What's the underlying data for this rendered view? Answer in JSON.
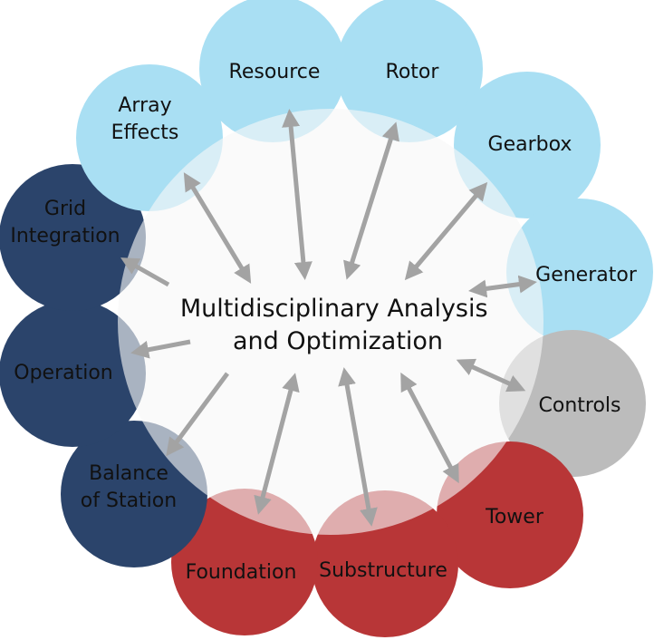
{
  "center": {
    "lines": [
      "Multidisciplinary Analysis",
      "and Optimization"
    ]
  },
  "palette": {
    "light_blue": "#a9dff3",
    "gray": "#bcbcbc",
    "red": "#b83637",
    "navy": "#2b446b",
    "arrow": "#a3a3a3",
    "center_fill": "#f7f7f7"
  },
  "nodes": [
    {
      "id": "resource",
      "lines": [
        "Resource"
      ],
      "color": "light_blue"
    },
    {
      "id": "rotor",
      "lines": [
        "Rotor"
      ],
      "color": "light_blue"
    },
    {
      "id": "gearbox",
      "lines": [
        "Gearbox"
      ],
      "color": "light_blue"
    },
    {
      "id": "generator",
      "lines": [
        "Generator"
      ],
      "color": "light_blue"
    },
    {
      "id": "controls",
      "lines": [
        "Controls"
      ],
      "color": "gray"
    },
    {
      "id": "tower",
      "lines": [
        "Tower"
      ],
      "color": "red"
    },
    {
      "id": "substructure",
      "lines": [
        "Substructure"
      ],
      "color": "red"
    },
    {
      "id": "foundation",
      "lines": [
        "Foundation"
      ],
      "color": "red"
    },
    {
      "id": "balance-of-station",
      "lines": [
        "Balance",
        "of Station"
      ],
      "color": "navy"
    },
    {
      "id": "operation",
      "lines": [
        "Operation"
      ],
      "color": "navy"
    },
    {
      "id": "grid-integration",
      "lines": [
        "Grid",
        "Integration"
      ],
      "color": "navy"
    },
    {
      "id": "array-effects",
      "lines": [
        "Array",
        "Effects"
      ],
      "color": "light_blue"
    }
  ],
  "arrows": [
    {
      "node": "resource",
      "direction": "both"
    },
    {
      "node": "rotor",
      "direction": "both"
    },
    {
      "node": "gearbox",
      "direction": "both"
    },
    {
      "node": "generator",
      "direction": "both"
    },
    {
      "node": "controls",
      "direction": "both"
    },
    {
      "node": "tower",
      "direction": "both"
    },
    {
      "node": "substructure",
      "direction": "both"
    },
    {
      "node": "foundation",
      "direction": "both"
    },
    {
      "node": "balance-of-station",
      "direction": "to-center"
    },
    {
      "node": "operation",
      "direction": "to-center"
    },
    {
      "node": "grid-integration",
      "direction": "to-center"
    },
    {
      "node": "array-effects",
      "direction": "both"
    }
  ]
}
